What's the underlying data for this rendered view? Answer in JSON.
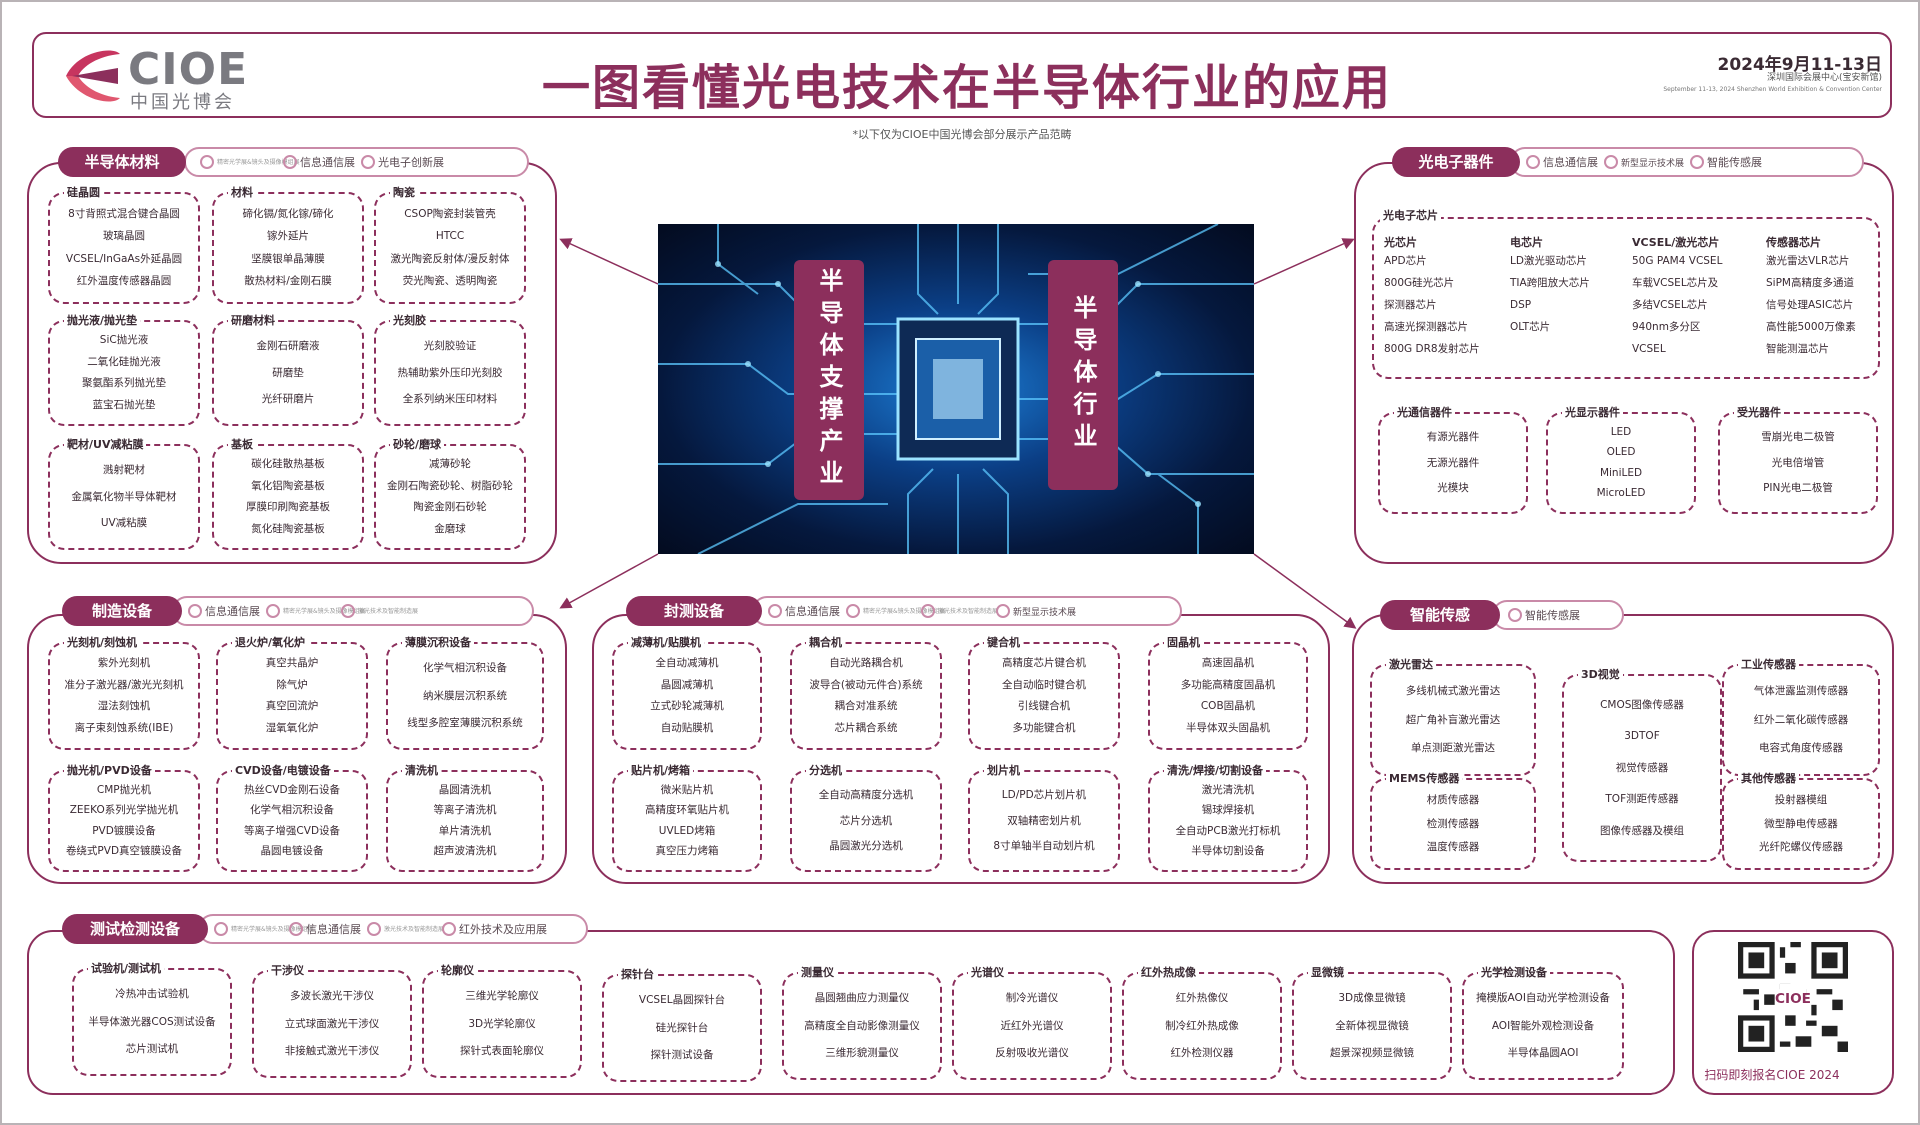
{
  "header": {
    "logo_text": "CIOE",
    "logo_sub": "中国光博会",
    "title": "一图看懂光电技术在半导体行业的应用",
    "date": "2024年9月11-13日",
    "venue": "深圳国际会展中心(宝安新馆)",
    "venue_en": "September 11-13, 2024 Shenzhen World Exhibition & Convention Center",
    "note": "*以下仅为CIOE中国光博会部分展示产品范畴"
  },
  "colors": {
    "brand": "#8c2f5c",
    "dash": "#8c2f5c"
  },
  "center": {
    "left_banner": "半导体支撑产业",
    "right_banner": "半导体行业"
  },
  "tags": {
    "comm": "信息通信展",
    "precision": "精密光学展&镜头及摄像模组展",
    "innov": "光电子创新展",
    "smart": "智能传感展",
    "display": "新型显示技术展",
    "laser": "激光技术及智能制造展",
    "ir": "红外技术及应用展"
  },
  "materials": {
    "title": "半导体材料",
    "groups": [
      {
        "label": "硅晶圆",
        "items": [
          "8寸背照式混合键合晶圆",
          "玻璃晶圆",
          "VCSEL/InGaAs外延晶圆",
          "红外温度传感器晶圆"
        ]
      },
      {
        "label": "材料",
        "items": [
          "碲化镉/氮化镓/碲化",
          "镓外延片",
          "坚膜银单晶薄膜",
          "散热材料/金刚石膜"
        ]
      },
      {
        "label": "陶瓷",
        "items": [
          "CSOP陶瓷封装管壳",
          "HTCC",
          "激光陶瓷反射体/漫反射体",
          "荧光陶瓷、透明陶瓷"
        ]
      },
      {
        "label": "抛光液/抛光垫",
        "items": [
          "SiC抛光液",
          "二氧化硅抛光液",
          "聚氨酯系列抛光垫",
          "蓝宝石抛光垫"
        ]
      },
      {
        "label": "研磨材料",
        "items": [
          "金刚石研磨液",
          "研磨垫",
          "光纤研磨片"
        ]
      },
      {
        "label": "光刻胶",
        "items": [
          "光刻胶验证",
          "热辅助紫外压印光刻胶",
          "全系列纳米压印材料"
        ]
      },
      {
        "label": "靶材/UV减粘膜",
        "items": [
          "溅射靶材",
          "金属氧化物半导体靶材",
          "UV减粘膜"
        ]
      },
      {
        "label": "基板",
        "items": [
          "碳化硅散热基板",
          "氧化铝陶瓷基板",
          "厚膜印刷陶瓷基板",
          "氮化硅陶瓷基板"
        ]
      },
      {
        "label": "砂轮/磨球",
        "items": [
          "减薄砂轮",
          "金刚石陶瓷砂轮、树脂砂轮",
          "陶瓷金刚石砂轮",
          "金磨球"
        ]
      }
    ]
  },
  "opto": {
    "title": "光电子器件",
    "chip_label": "光电子芯片",
    "columns": [
      {
        "title": "光芯片",
        "items": [
          "APD芯片",
          "800G硅光芯片",
          "探测器芯片",
          "高速光探测器芯片",
          "800G DR8发射芯片"
        ]
      },
      {
        "title": "电芯片",
        "items": [
          "LD激光驱动芯片",
          "TIA跨阻放大芯片",
          "DSP",
          "OLT芯片"
        ]
      },
      {
        "title": "VCSEL/激光芯片",
        "items": [
          "50G PAM4 VCSEL",
          "车载VCSEL芯片及",
          "多结VCSEL芯片",
          "940nm多分区",
          "VCSEL"
        ]
      },
      {
        "title": "传感器芯片",
        "items": [
          "激光雷达VLR芯片",
          "SiPM高精度多通道",
          "信号处理ASIC芯片",
          "高性能5000万像素",
          "智能测温芯片"
        ]
      }
    ],
    "groups": [
      {
        "label": "光通信器件",
        "items": [
          "有源光器件",
          "无源光器件",
          "光模块"
        ]
      },
      {
        "label": "光显示器件",
        "items": [
          "LED",
          "OLED",
          "MiniLED",
          "MicroLED"
        ]
      },
      {
        "label": "受光器件",
        "items": [
          "雪崩光电二极管",
          "光电倍增管",
          "PIN光电二极管"
        ]
      }
    ]
  },
  "manufacture": {
    "title": "制造设备",
    "groups": [
      {
        "label": "光刻机/刻蚀机",
        "items": [
          "紫外光刻机",
          "准分子激光器/激光光刻机",
          "湿法刻蚀机",
          "离子束刻蚀系统(IBE)"
        ]
      },
      {
        "label": "退火炉/氧化炉",
        "items": [
          "真空共晶炉",
          "除气炉",
          "真空回流炉",
          "湿氧氧化炉"
        ]
      },
      {
        "label": "薄膜沉积设备",
        "items": [
          "化学气相沉积设备",
          "纳米膜层沉积系统",
          "线型多腔室薄膜沉积系统"
        ]
      },
      {
        "label": "抛光机/PVD设备",
        "items": [
          "CMP抛光机",
          "ZEEKO系列光学抛光机",
          "PVD镀膜设备",
          "卷绕式PVD真空镀膜设备"
        ]
      },
      {
        "label": "CVD设备/电镀设备",
        "items": [
          "热丝CVD金刚石设备",
          "化学气相沉积设备",
          "等离子增强CVD设备",
          "晶圆电镀设备"
        ]
      },
      {
        "label": "清洗机",
        "items": [
          "晶圆清洗机",
          "等离子清洗机",
          "单片清洗机",
          "超声波清洗机"
        ]
      }
    ]
  },
  "packaging": {
    "title": "封测设备",
    "groups": [
      {
        "label": "减薄机/贴膜机",
        "items": [
          "全自动减薄机",
          "晶圆减薄机",
          "立式砂轮减薄机",
          "自动贴膜机"
        ]
      },
      {
        "label": "耦合机",
        "items": [
          "自动光路耦合机",
          "波导合(被动元件合)系统",
          "耦合对准系统",
          "芯片耦合系统"
        ]
      },
      {
        "label": "键合机",
        "items": [
          "高精度芯片键合机",
          "全自动临时键合机",
          "引线键合机",
          "多功能键合机"
        ]
      },
      {
        "label": "固晶机",
        "items": [
          "高速固晶机",
          "多功能高精度固晶机",
          "COB固晶机",
          "半导体双头固晶机"
        ]
      },
      {
        "label": "贴片机/烤箱",
        "items": [
          "微米贴片机",
          "高精度环氧贴片机",
          "UVLED烤箱",
          "真空压力烤箱"
        ]
      },
      {
        "label": "分选机",
        "items": [
          "全自动高精度分选机",
          "芯片分选机",
          "晶圆激光分选机"
        ]
      },
      {
        "label": "划片机",
        "items": [
          "LD/PD芯片划片机",
          "双轴精密划片机",
          "8寸单轴半自动划片机"
        ]
      },
      {
        "label": "清洗/焊接/切割设备",
        "items": [
          "激光清洗机",
          "锡球焊接机",
          "全自动PCB激光打标机",
          "半导体切割设备"
        ]
      }
    ]
  },
  "sensing": {
    "title": "智能传感",
    "groups": [
      {
        "label": "激光雷达",
        "items": [
          "多线机械式激光雷达",
          "超广角补盲激光雷达",
          "单点测距激光雷达"
        ]
      },
      {
        "label": "3D视觉",
        "items": [
          "CMOS图像传感器",
          "3DTOF",
          "视觉传感器",
          "TOF测距传感器",
          "图像传感器及模组"
        ]
      },
      {
        "label": "工业传感器",
        "items": [
          "气体泄露监测传感器",
          "红外二氧化碳传感器",
          "电容式角度传感器"
        ]
      },
      {
        "label": "MEMS传感器",
        "items": [
          "材质传感器",
          "检测传感器",
          "温度传感器"
        ]
      },
      {
        "label": "其他传感器",
        "items": [
          "投射器模组",
          "微型静电传感器",
          "光纤陀螺仪传感器"
        ]
      }
    ]
  },
  "testing": {
    "title": "测试检测设备",
    "groups": [
      {
        "label": "试验机/测试机",
        "items": [
          "冷热冲击试验机",
          "半导体激光器COS测试设备",
          "芯片测试机"
        ]
      },
      {
        "label": "干涉仪",
        "items": [
          "多波长激光干涉仪",
          "立式球面激光干涉仪",
          "非接触式激光干涉仪"
        ]
      },
      {
        "label": "轮廓仪",
        "items": [
          "三维光学轮廓仪",
          "3D光学轮廓仪",
          "探针式表面轮廓仪"
        ]
      },
      {
        "label": "探针台",
        "items": [
          "VCSEL晶圆探针台",
          "硅光探针台",
          "探针测试设备"
        ]
      },
      {
        "label": "测量仪",
        "items": [
          "晶圆翘曲应力测量仪",
          "高精度全自动影像测量仪",
          "三维形貌测量仪"
        ]
      },
      {
        "label": "光谱仪",
        "items": [
          "制冷光谱仪",
          "近红外光谱仪",
          "反射吸收光谱仪"
        ]
      },
      {
        "label": "红外热成像",
        "items": [
          "红外热像仪",
          "制冷红外热成像",
          "红外检测仪器"
        ]
      },
      {
        "label": "显微镜",
        "items": [
          "3D成像显微镜",
          "全新体视显微镜",
          "超景深视频显微镜"
        ]
      },
      {
        "label": "光学检测设备",
        "items": [
          "掩模版AOI自动光学检测设备",
          "AOI智能外观检测设备",
          "半导体晶圆AOI"
        ]
      }
    ]
  },
  "qr_caption": "扫码即刻报名CIOE 2024"
}
